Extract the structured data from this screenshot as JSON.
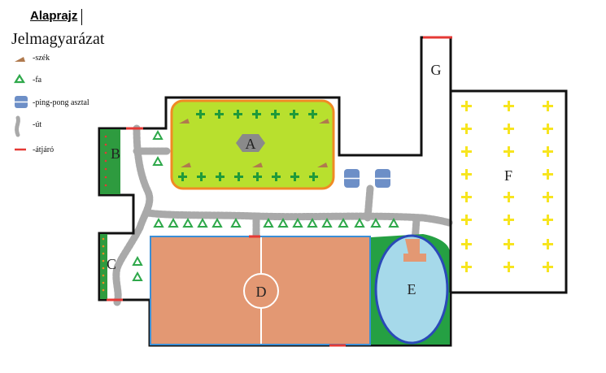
{
  "title": "Alaprajz",
  "legend": {
    "title": "Jelmagyarázat",
    "items": [
      {
        "icon": "bench-icon",
        "label": "-szék"
      },
      {
        "icon": "tree-icon",
        "label": "-fa"
      },
      {
        "icon": "pingpong-table-icon",
        "label": "-ping-pong  asztal"
      },
      {
        "icon": "path-icon",
        "label": "-út"
      },
      {
        "icon": "gate-icon",
        "label": "-átjáró"
      }
    ]
  },
  "zones": {
    "A": "A",
    "B": "B",
    "C": "C",
    "D": "D",
    "E": "E",
    "F": "F",
    "G": "G"
  },
  "colors": {
    "wall": "#111111",
    "gate": "#e53935",
    "park_fill": "#b8e02e",
    "park_border": "#f08a24",
    "cross": "#1f9a3a",
    "bench": "#b07a4e",
    "tree_outline": "#2ea84a",
    "strip_green": "#2e9b3f",
    "court_fill": "#e39873",
    "court_border": "#3b8fd6",
    "pool_fill": "#a6d9ea",
    "pool_border": "#2a49b8",
    "pool_surround": "#25a043",
    "path": "#a9a9a9",
    "pingpong": "#6d8fc7",
    "star": "#f7e51f",
    "plaza": "#8a8a8a"
  }
}
